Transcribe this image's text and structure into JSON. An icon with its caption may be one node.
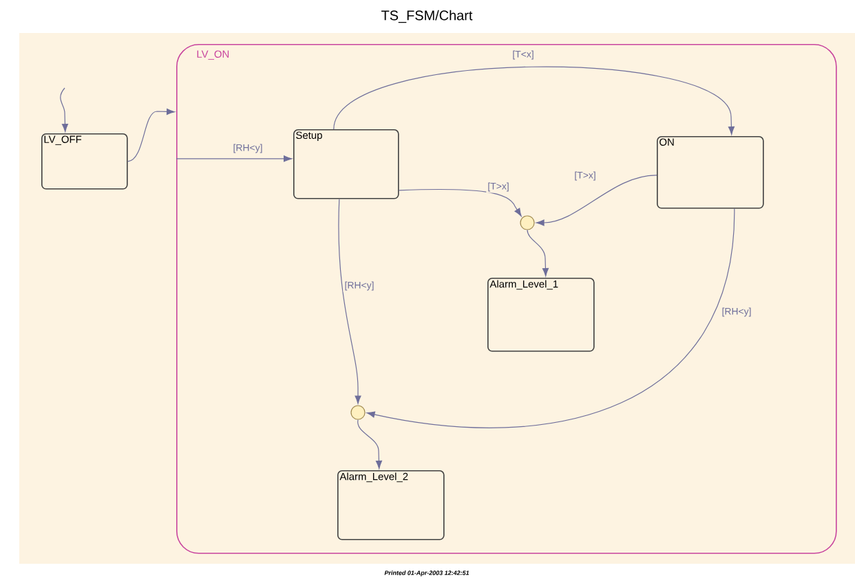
{
  "diagram": {
    "title": "TS_FSM/Chart",
    "nodes": [
      {
        "text": [
          "LV_ON"
        ]
      },
      {
        "text": [
          "LV_OFF"
        ]
      },
      {
        "text": [
          "Setup"
        ],
        "in": 0
      },
      {
        "text": [
          "ON"
        ],
        "in": 0
      },
      {
        "text": [
          "Alarm_Level_1"
        ],
        "in": 0
      },
      {
        "text": [
          "Alarm_Level_2"
        ],
        "in": 0
      },
      {
        "text": [],
        "shape": "circle",
        "in": 0
      },
      {
        "text": [],
        "shape": "circle",
        "in": 0
      }
    ],
    "edges": [
      {
        "from": null,
        "to": 1,
        "arrow": "to"
      },
      {
        "from": 1,
        "to": 0,
        "arrow": "to"
      },
      {
        "from": 0,
        "to": 2,
        "arrow": "to",
        "label": "[RH<y]"
      },
      {
        "from": 2,
        "to": 3,
        "arrow": "to",
        "label": "[T<x]"
      },
      {
        "from": 2,
        "to": 6,
        "arrow": "to",
        "label": "[T>x]"
      },
      {
        "from": 3,
        "to": 6,
        "arrow": "to",
        "label": "[T>x]"
      },
      {
        "from": 6,
        "to": 4,
        "arrow": "to"
      },
      {
        "from": 2,
        "to": 7,
        "arrow": "to",
        "label": "[RH<y]"
      },
      {
        "from": 3,
        "to": 7,
        "arrow": "to",
        "label": "[RH<y]"
      },
      {
        "from": 7,
        "to": 5,
        "arrow": "to"
      }
    ],
    "labels": [
      "Printed 01-Apr-2003 12:42:51"
    ]
  }
}
